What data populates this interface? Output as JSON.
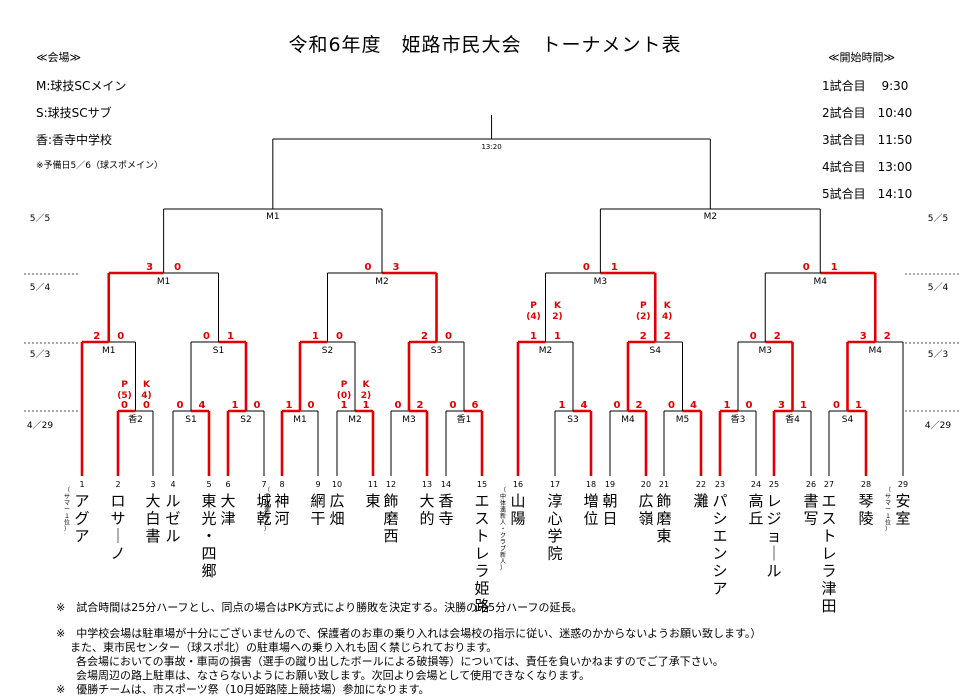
{
  "title": "令和6年度　姫路市民大会　トーナメント表",
  "venue_header": "≪会場≫",
  "venues": [
    "M:球技SCメイン",
    "S:球技SCサブ",
    "香:香寺中学校"
  ],
  "reserve_note": "※予備日5／6（球スポメイン）",
  "time_header": "≪開始時間≫",
  "start_times": [
    "1試合目　 9:30",
    "2試合目　10:40",
    "3試合目　11:50",
    "4試合目　13:00",
    "5試合目　14:10"
  ],
  "dates": [
    "5／5",
    "5／4",
    "5／3",
    "4／29"
  ],
  "final_time": "13:20",
  "teams": [
    {
      "no": "1",
      "name": "アグア",
      "note": "（サマー１位）"
    },
    {
      "no": "2",
      "name": "ロサーノ",
      "note": ""
    },
    {
      "no": "3",
      "name": "大白書",
      "note": ""
    },
    {
      "no": "4",
      "name": "ルゼル",
      "note": ""
    },
    {
      "no": "5",
      "name": "東光・四郷",
      "note": ""
    },
    {
      "no": "6",
      "name": "大津",
      "note": ""
    },
    {
      "no": "7",
      "name": "城乾",
      "note": ""
    },
    {
      "no": "8",
      "name": "神河",
      "note": "（中体連新人）"
    },
    {
      "no": "9",
      "name": "網干",
      "note": ""
    },
    {
      "no": "10",
      "name": "広畑",
      "note": ""
    },
    {
      "no": "11",
      "name": "東",
      "note": ""
    },
    {
      "no": "12",
      "name": "飾磨西",
      "note": ""
    },
    {
      "no": "13",
      "name": "大的",
      "note": ""
    },
    {
      "no": "14",
      "name": "香寺",
      "note": ""
    },
    {
      "no": "15",
      "name": "エストレラ姫路",
      "note": ""
    },
    {
      "no": "16",
      "name": "山陽",
      "note": "（中体連新人・クラブ新人）"
    },
    {
      "no": "17",
      "name": "淳心学院",
      "note": ""
    },
    {
      "no": "18",
      "name": "増位",
      "note": ""
    },
    {
      "no": "19",
      "name": "朝日",
      "note": ""
    },
    {
      "no": "20",
      "name": "広嶺",
      "note": ""
    },
    {
      "no": "21",
      "name": "飾磨東",
      "note": ""
    },
    {
      "no": "22",
      "name": "灘",
      "note": ""
    },
    {
      "no": "23",
      "name": "パシエンシア",
      "note": ""
    },
    {
      "no": "24",
      "name": "高丘",
      "note": ""
    },
    {
      "no": "25",
      "name": "レジョール",
      "note": ""
    },
    {
      "no": "26",
      "name": "書写",
      "note": ""
    },
    {
      "no": "27",
      "name": "エストレラ津田",
      "note": ""
    },
    {
      "no": "28",
      "name": "琴陵",
      "note": ""
    },
    {
      "no": "29",
      "name": "安室",
      "note": "（サマー１位）"
    }
  ],
  "matches": {
    "r1": [
      {
        "venue": "香2",
        "score_l": "0",
        "score_r": "0",
        "pk_l": "P\n(5)",
        "pk_r": "K\n4)",
        "winner": "L"
      },
      {
        "venue": "S1",
        "score_l": "0",
        "score_r": "4",
        "winner": "R"
      },
      {
        "venue": "S2",
        "score_l": "1",
        "score_r": "0",
        "winner": "L"
      },
      {
        "venue": "M1",
        "score_l": "1",
        "score_r": "0",
        "winner": "L"
      },
      {
        "venue": "M2",
        "score_l": "1",
        "score_r": "1",
        "pk_l": "P\n(0)",
        "pk_r": "K\n2)",
        "winner": "R"
      },
      {
        "venue": "M3",
        "score_l": "0",
        "score_r": "2",
        "winner": "R"
      },
      {
        "venue": "香1",
        "score_l": "0",
        "score_r": "6",
        "winner": "R"
      },
      {
        "venue": "S3",
        "score_l": "1",
        "score_r": "4",
        "winner": "R"
      },
      {
        "venue": "M4",
        "score_l": "0",
        "score_r": "2",
        "winner": "R"
      },
      {
        "venue": "M5",
        "score_l": "0",
        "score_r": "4",
        "winner": "R"
      },
      {
        "venue": "香3",
        "score_l": "1",
        "score_r": "0",
        "winner": "L"
      },
      {
        "venue": "香4",
        "score_l": "3",
        "score_r": "1",
        "winner": "L"
      },
      {
        "venue": "S4",
        "score_l": "0",
        "score_r": "1",
        "winner": "R"
      }
    ],
    "r2": [
      {
        "venue": "M1",
        "score_l": "2",
        "score_r": "0",
        "winner": "L"
      },
      {
        "venue": "S1",
        "score_l": "0",
        "score_r": "1",
        "winner": "R"
      },
      {
        "venue": "S2",
        "score_l": "1",
        "score_r": "0",
        "winner": "L"
      },
      {
        "venue": "S3",
        "score_l": "2",
        "score_r": "0",
        "winner": "L"
      },
      {
        "venue": "M2",
        "score_l": "1",
        "score_r": "1",
        "pk_l": "P\n(4)",
        "pk_r": "K\n2)",
        "winner": "L"
      },
      {
        "venue": "S4",
        "score_l": "2",
        "score_r": "2",
        "pk_l": "P\n(2)",
        "pk_r": "K\n4)",
        "winner": "L"
      },
      {
        "venue": "M3",
        "score_l": "0",
        "score_r": "2",
        "winner": "R"
      },
      {
        "venue": "M4",
        "score_l": "3",
        "score_r": "2",
        "winner": "L"
      }
    ],
    "r3": [
      {
        "venue": "M1",
        "score_l": "3",
        "score_r": "0",
        "winner": "L"
      },
      {
        "venue": "M2",
        "score_l": "0",
        "score_r": "3",
        "winner": "R"
      },
      {
        "venue": "M3",
        "score_l": "0",
        "score_r": "1",
        "winner": "R"
      },
      {
        "venue": "M4",
        "score_l": "0",
        "score_r": "1",
        "winner": "R"
      }
    ],
    "r4": [
      {
        "venue": "M1"
      },
      {
        "venue": "M2"
      }
    ]
  },
  "notes": [
    "※　試合時間は25分ハーフとし、同点の場合はPK方式により勝敗を決定する。決勝のみ5分ハーフの延長。",
    "※　中学校会場は駐車場が十分にございませんので、保護者のお車の乗り入れは会場校の指示に従い、迷惑のかからないようお願い致します。）",
    "また、東市民センター（球スポ北）の駐車場への乗り入れも固く禁じられております。",
    "各会場においての事故・車両の損害（選手の蹴り出したボールによる破損等）については、責任を負いかねますのでご了承下さい。",
    "会場周辺の路上駐車は、なさらないようにお願い致します。次回より会場として使用できなくなります。",
    "※　優勝チームは、市スポーツ祭（10月姫路陸上競技場）参加になります。"
  ],
  "colors": {
    "winner_line": "#e00000",
    "line": "#000000",
    "score": "#e00000"
  }
}
